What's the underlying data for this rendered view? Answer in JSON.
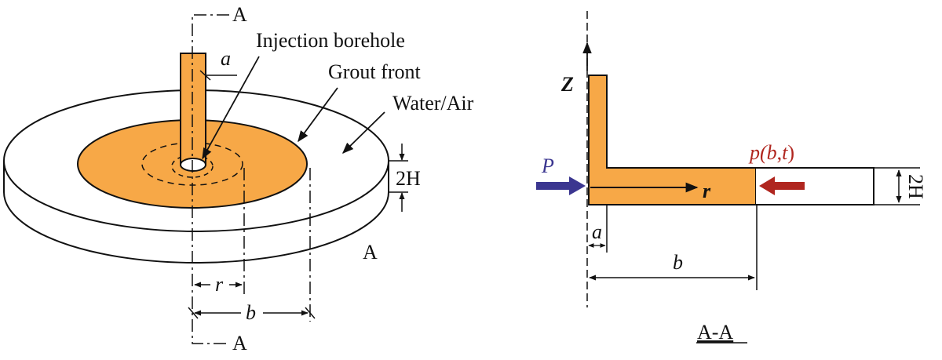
{
  "left": {
    "section_top": "A",
    "section_bottom": "A",
    "section_right": "A",
    "label_a": "a",
    "label_injection": "Injection borehole",
    "label_grout": "Grout front",
    "label_water": "Water/Air",
    "label_thickness": "2H",
    "label_r": "r",
    "label_b": "b"
  },
  "right": {
    "label_z": "Z",
    "label_P": "P",
    "label_p_open": "p(",
    "label_p_b": "b",
    "label_p_comma": ",",
    "label_p_t": "t",
    "label_p_close": ")",
    "label_r": "r",
    "label_thickness": "2H",
    "label_a": "a",
    "label_b": "b",
    "caption": "A-A"
  },
  "colors": {
    "grout": "#f7a847",
    "stroke": "#111111",
    "pressure_arrow": "#b0261f",
    "injection_arrow": "#3b3690"
  }
}
